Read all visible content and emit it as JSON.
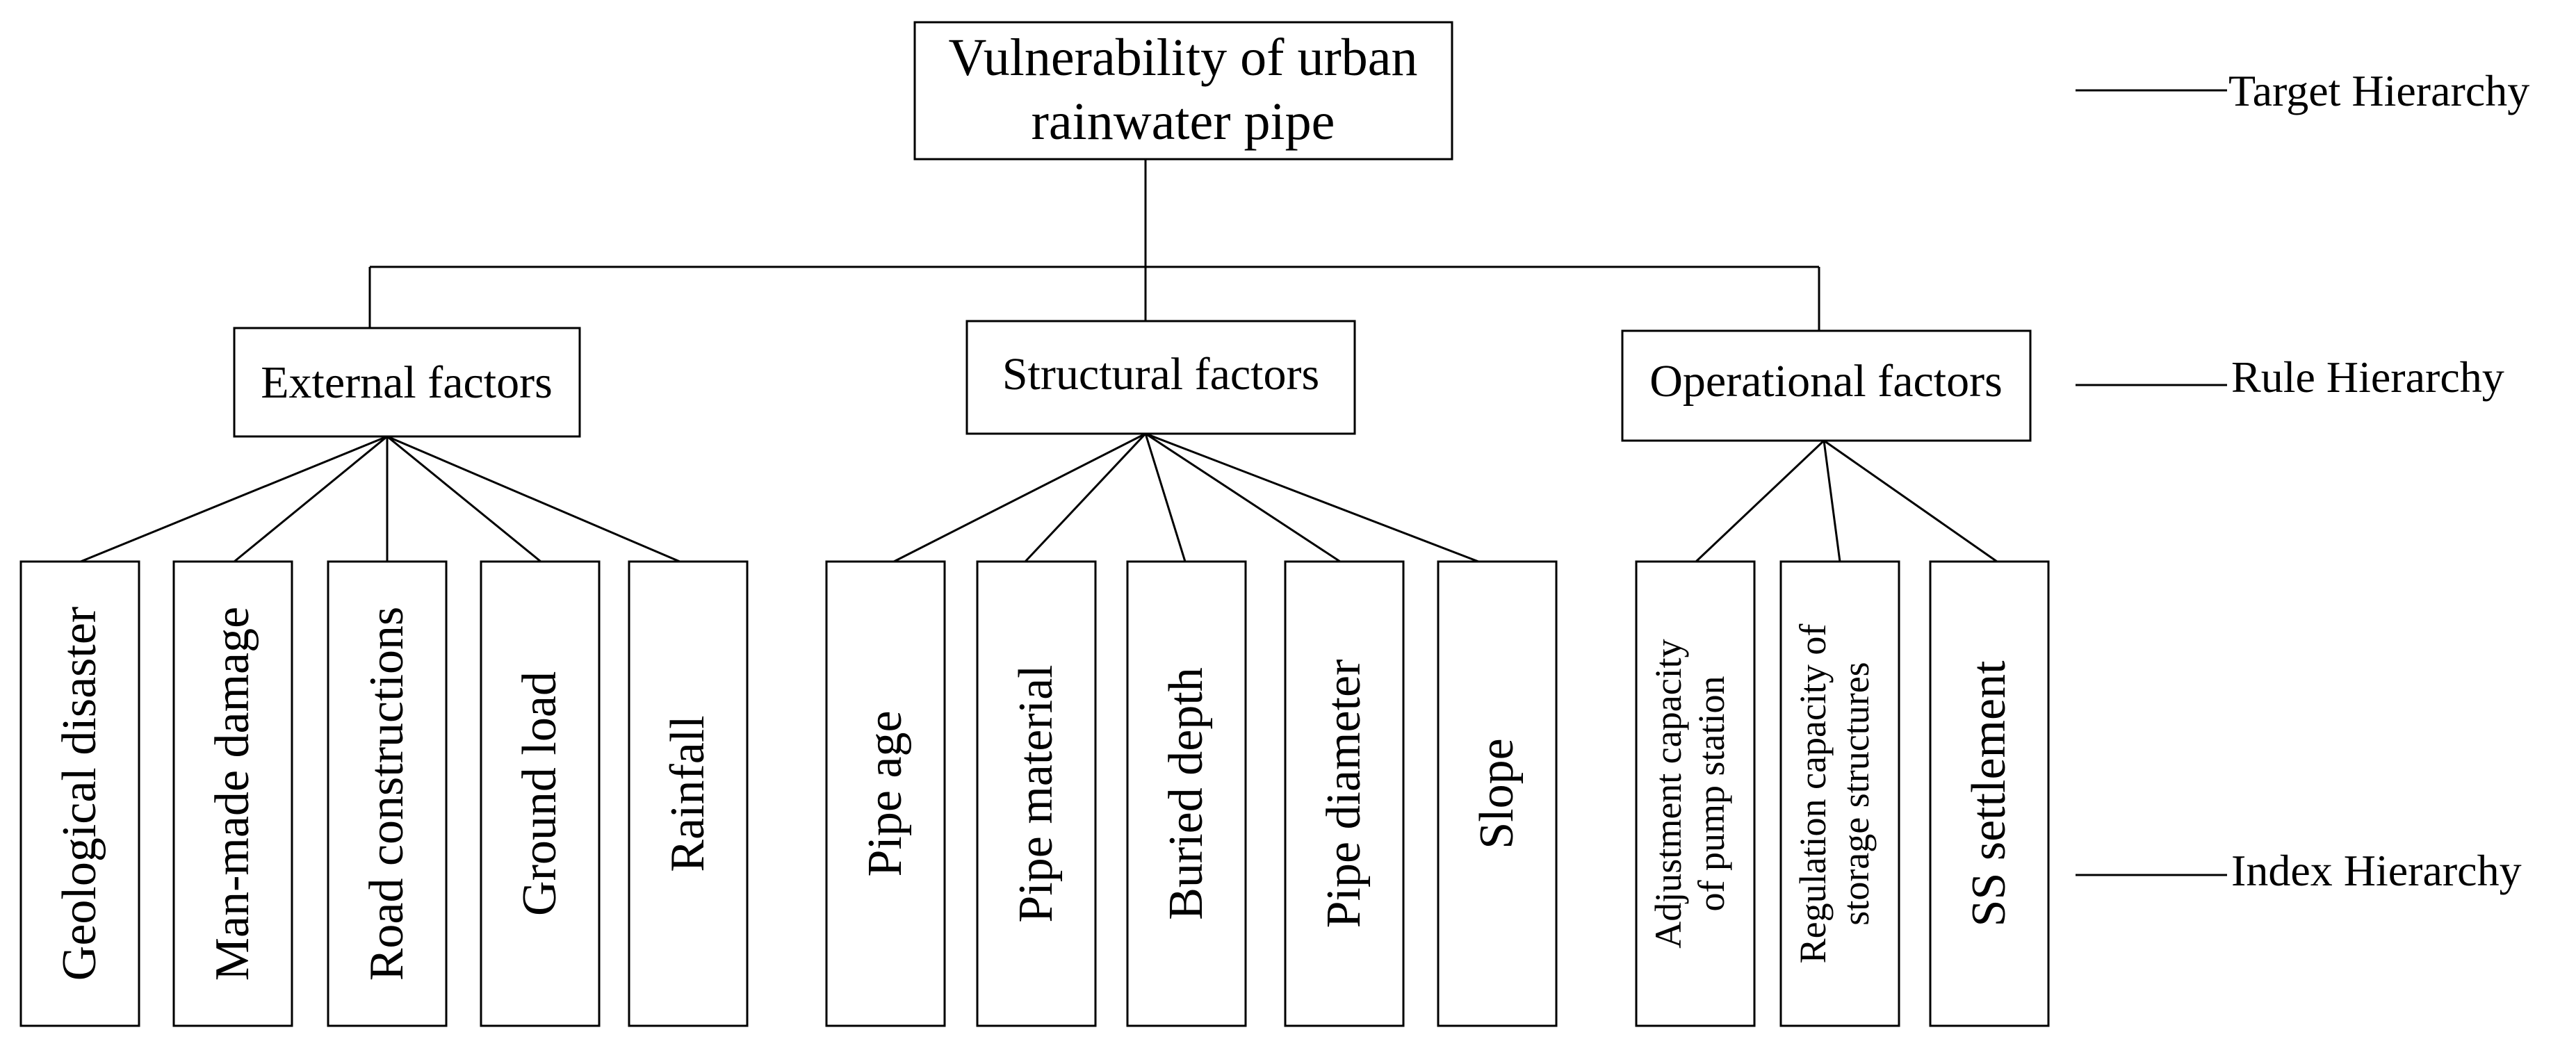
{
  "target": {
    "line1": "Vulnerability of urban",
    "line2": "rainwater pipe"
  },
  "rules": {
    "external": "External factors",
    "structural": "Structural factors",
    "operational": "Operational factors"
  },
  "indices": {
    "external": [
      "Geological disaster",
      "Man-made damage",
      "Road constructions",
      "Ground load",
      "Rainfall"
    ],
    "structural": [
      "Pipe age",
      "Pipe material",
      "Buried depth",
      "Pipe diameter",
      "Slope"
    ],
    "operational": [
      {
        "line1": "Adjustment capacity",
        "line2": "of pump station"
      },
      {
        "line1": "Regulation capacity of",
        "line2": "storage structures"
      },
      {
        "line1": "SS settlement",
        "line2": ""
      }
    ]
  },
  "levels": {
    "target": "Target Hierarchy",
    "rule": "Rule Hierarchy",
    "index": "Index Hierarchy"
  }
}
